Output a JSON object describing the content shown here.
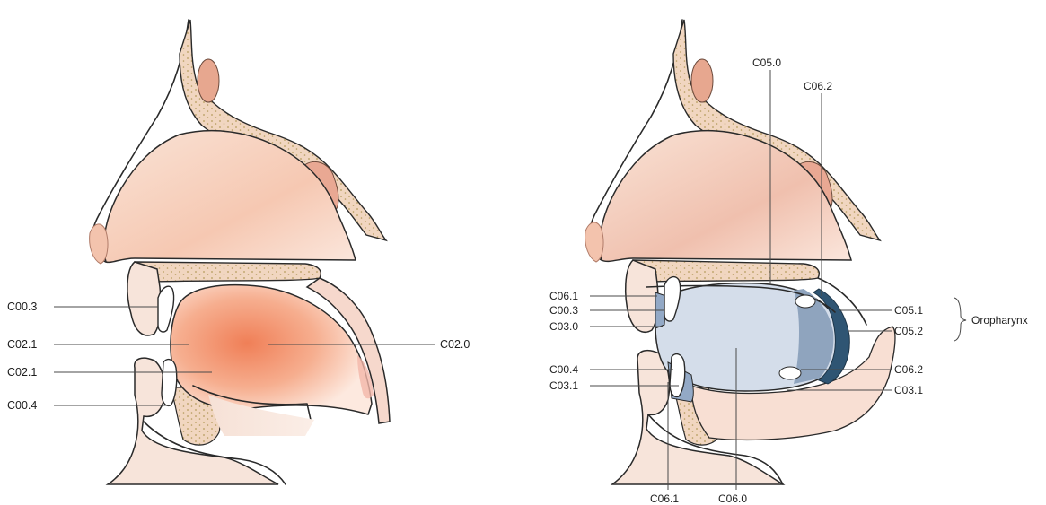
{
  "left_diagram": {
    "labels": [
      "C00.3",
      "C02.1",
      "C02.1",
      "C00.4",
      "C02.0"
    ]
  },
  "right_diagram": {
    "labels_left": [
      "C06.1",
      "C00.3",
      "C03.0",
      "C00.4",
      "C03.1"
    ],
    "labels_top": [
      "C05.0",
      "C06.2"
    ],
    "labels_right": [
      "C05.1",
      "C05.2",
      "C06.2",
      "C03.1"
    ],
    "labels_bottom": [
      "C06.1",
      "C06.0"
    ],
    "bracket_label": "Oropharynx"
  },
  "colors": {
    "skin": "#f6e2d8",
    "bone": "#f0d3bd",
    "bone_dots": "#b9a064",
    "sinus": "#e6a48f",
    "nasal_cavity": "#f3cbb6",
    "oral_highlight": "#f08a63",
    "oral_region_blue": "#d3dcea",
    "pharynx_blue": "#8ea3bd",
    "pharynx_dark": "#2f5573",
    "gum_blue": "#93a9c6"
  }
}
